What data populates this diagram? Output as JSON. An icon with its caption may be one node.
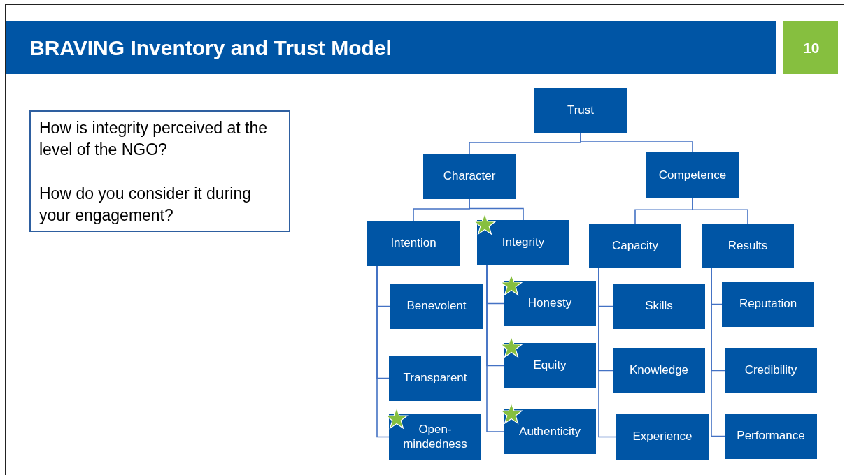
{
  "diagram": {
    "title": "BRAVING Inventory and Trust Model",
    "nodes": [
      {
        "text": [
          "How is integrity perceived at the level of the NGO?",
          "How do you consider it during your engagement?"
        ]
      },
      {
        "text": [
          "Trust"
        ]
      },
      {
        "text": [
          "Character"
        ]
      },
      {
        "text": [
          "Competence"
        ]
      },
      {
        "text": [
          "Intention"
        ]
      },
      {
        "text": [
          "Integrity"
        ]
      },
      {
        "text": [
          "Capacity"
        ]
      },
      {
        "text": [
          "Results"
        ]
      },
      {
        "text": [
          "Benevolent"
        ]
      },
      {
        "text": [
          "Transparent"
        ]
      },
      {
        "text": [
          "Open-mindedness"
        ]
      },
      {
        "text": [
          "Honesty"
        ]
      },
      {
        "text": [
          "Equity"
        ]
      },
      {
        "text": [
          "Authenticity"
        ]
      },
      {
        "text": [
          "Skills"
        ]
      },
      {
        "text": [
          "Knowledge"
        ]
      },
      {
        "text": [
          "Experience"
        ]
      },
      {
        "text": [
          "Reputation"
        ]
      },
      {
        "text": [
          "Credibility"
        ]
      },
      {
        "text": [
          "Performance"
        ]
      }
    ],
    "edges": [
      {
        "from": 1,
        "to": 2,
        "arrow": "none"
      },
      {
        "from": 1,
        "to": 3,
        "arrow": "none"
      },
      {
        "from": 2,
        "to": 4,
        "arrow": "none"
      },
      {
        "from": 2,
        "to": 5,
        "arrow": "none"
      },
      {
        "from": 3,
        "to": 6,
        "arrow": "none"
      },
      {
        "from": 3,
        "to": 7,
        "arrow": "none"
      },
      {
        "from": 4,
        "to": 8,
        "arrow": "none"
      },
      {
        "from": 4,
        "to": 9,
        "arrow": "none"
      },
      {
        "from": 4,
        "to": 10,
        "arrow": "none"
      },
      {
        "from": 5,
        "to": 11,
        "arrow": "none"
      },
      {
        "from": 5,
        "to": 12,
        "arrow": "none"
      },
      {
        "from": 5,
        "to": 13,
        "arrow": "none"
      },
      {
        "from": 6,
        "to": 14,
        "arrow": "none"
      },
      {
        "from": 6,
        "to": 15,
        "arrow": "none"
      },
      {
        "from": 6,
        "to": 16,
        "arrow": "none"
      },
      {
        "from": 7,
        "to": 17,
        "arrow": "none"
      },
      {
        "from": 7,
        "to": 18,
        "arrow": "none"
      },
      {
        "from": 7,
        "to": 19,
        "arrow": "none"
      }
    ],
    "labels": [
      "10"
    ]
  }
}
